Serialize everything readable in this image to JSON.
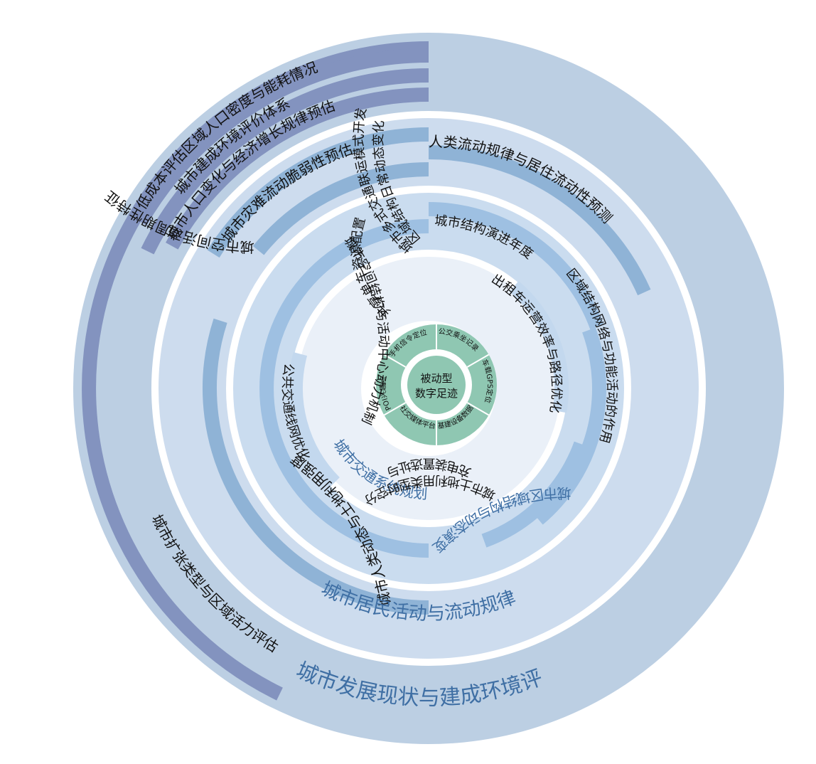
{
  "center": {
    "line1": "被动型",
    "line2": "数字足迹"
  },
  "data_sources": [
    "公交乘坐记录",
    "车载GPS定位",
    "基建设备数据",
    "社交媒体平台",
    "POI兴趣点",
    "手机信令定位"
  ],
  "rings": [
    {
      "title": "城市交通系统规划与决策",
      "items": [
        "共享单车资源配置",
        "出租车运营效率与路径优化",
        "充电装置选址与覆盖布局",
        "城市多式交通联运模式开发",
        "公共交通线网优化"
      ]
    },
    {
      "title": "城市区域结构与动态演变",
      "items": [
        "城市结构演进年度规律",
        "区域结构日常动态变化",
        "区域结构网络与功能活动的作用",
        "城市土地利用类型时空分布特征",
        "城市空间结构与活动中心动力机制"
      ]
    },
    {
      "title": "城市居民活动与流动规律",
      "items": [
        "人类流动规律与居住流动性预测",
        "城市人类动态与土地利用强度",
        "城市空间活动周期性特征",
        "城市灾难流动脆弱性预估"
      ]
    },
    {
      "title": "城市发展现状与建成环境评价",
      "items": [
        "城市扩张类型与区域活力评估",
        "城市人口变化与经济增长规律预估",
        "城市建成环境评价体系",
        "低成本评估区域人口密度与能耗情况"
      ]
    }
  ],
  "colors": {
    "core": "#8fc7b2",
    "ring1": "#eaf0f8",
    "ring2": "#cadcef",
    "ring3": "#cddcee",
    "ring4": "#bccfe3",
    "band1": "#c3d8ee",
    "band2": "#9ec0e2",
    "band3": "#8fb3d6",
    "band4": "#8393bf",
    "title_text": "#3f6fa4"
  }
}
